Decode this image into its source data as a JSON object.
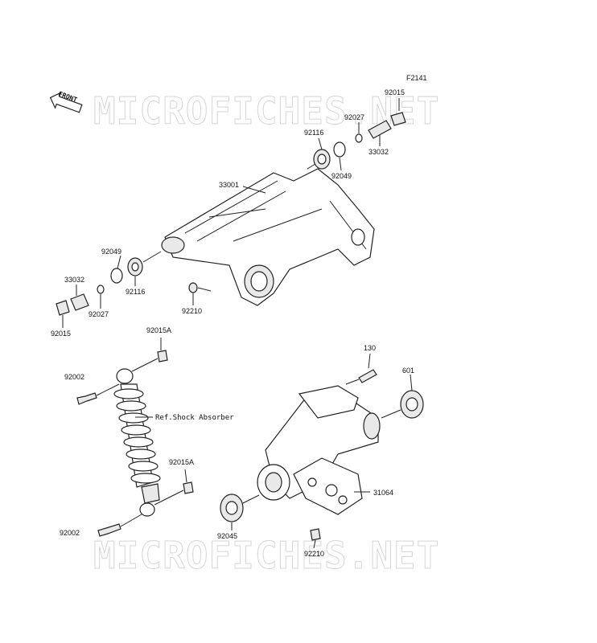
{
  "figure_code": "F2141",
  "front_label": "FRONT",
  "watermark": "MICROFICHES.NET",
  "reference_label": "Ref.Shock Absorber",
  "part_labels": {
    "p92015_top": "92015",
    "p92027_top": "92027",
    "p33032_top": "33032",
    "p92116_top": "92116",
    "p92049_top": "92049",
    "p33001": "33001",
    "p92049_left": "92049",
    "p33032_left": "33032",
    "p92027_left": "92027",
    "p92116_left": "92116",
    "p92015_left": "92015",
    "p92210_mid": "92210",
    "p92015A_top": "92015A",
    "p92002_top": "92002",
    "p92015A_low": "92015A",
    "p92002_low": "92002",
    "p130": "130",
    "p601": "601",
    "p31064": "31064",
    "p92045": "92045",
    "p92210_low": "92210"
  }
}
